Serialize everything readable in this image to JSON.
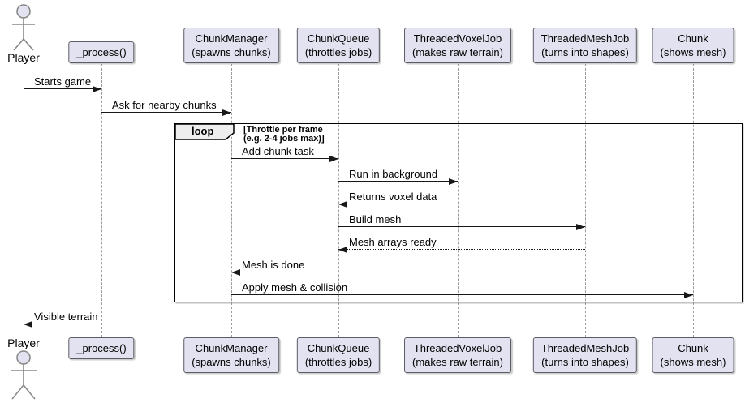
{
  "diagram_type": "uml-sequence",
  "colors": {
    "participant_fill": "#E2E2F0",
    "participant_border": "#5c5c66",
    "lifeline": "#9a9a9a",
    "arrow": "#181818",
    "loop_border": "#000000",
    "loop_header_fill": "#EEEEEE"
  },
  "actor": {
    "label": "Player"
  },
  "participants": [
    {
      "line1": "_process()",
      "line2": ""
    },
    {
      "line1": "ChunkManager",
      "line2": "(spawns chunks)"
    },
    {
      "line1": "ChunkQueue",
      "line2": "(throttles jobs)"
    },
    {
      "line1": "ThreadedVoxelJob",
      "line2": "(makes raw terrain)"
    },
    {
      "line1": "ThreadedMeshJob",
      "line2": "(turns into shapes)"
    },
    {
      "line1": "Chunk",
      "line2": "(shows mesh)"
    }
  ],
  "loop": {
    "operator": "loop",
    "condition_line1": "[Throttle per frame",
    "condition_line2": "(e.g. 2-4 jobs max)]"
  },
  "messages": [
    {
      "label": "Starts game",
      "from": "Player",
      "to": "_process()",
      "style": "solid"
    },
    {
      "label": "Ask for nearby chunks",
      "from": "_process()",
      "to": "ChunkManager",
      "style": "solid"
    },
    {
      "label": "Add chunk task",
      "from": "ChunkManager",
      "to": "ChunkQueue",
      "style": "solid"
    },
    {
      "label": "Run in background",
      "from": "ChunkQueue",
      "to": "ThreadedVoxelJob",
      "style": "solid"
    },
    {
      "label": "Returns voxel data",
      "from": "ThreadedVoxelJob",
      "to": "ChunkQueue",
      "style": "dotted"
    },
    {
      "label": "Build mesh",
      "from": "ChunkQueue",
      "to": "ThreadedMeshJob",
      "style": "solid"
    },
    {
      "label": "Mesh arrays ready",
      "from": "ThreadedMeshJob",
      "to": "ChunkQueue",
      "style": "dotted"
    },
    {
      "label": "Mesh is done",
      "from": "ChunkQueue",
      "to": "ChunkManager",
      "style": "solid"
    },
    {
      "label": "Apply mesh & collision",
      "from": "ChunkManager",
      "to": "Chunk",
      "style": "solid"
    },
    {
      "label": "Visible terrain",
      "from": "Chunk",
      "to": "Player",
      "style": "solid"
    }
  ]
}
